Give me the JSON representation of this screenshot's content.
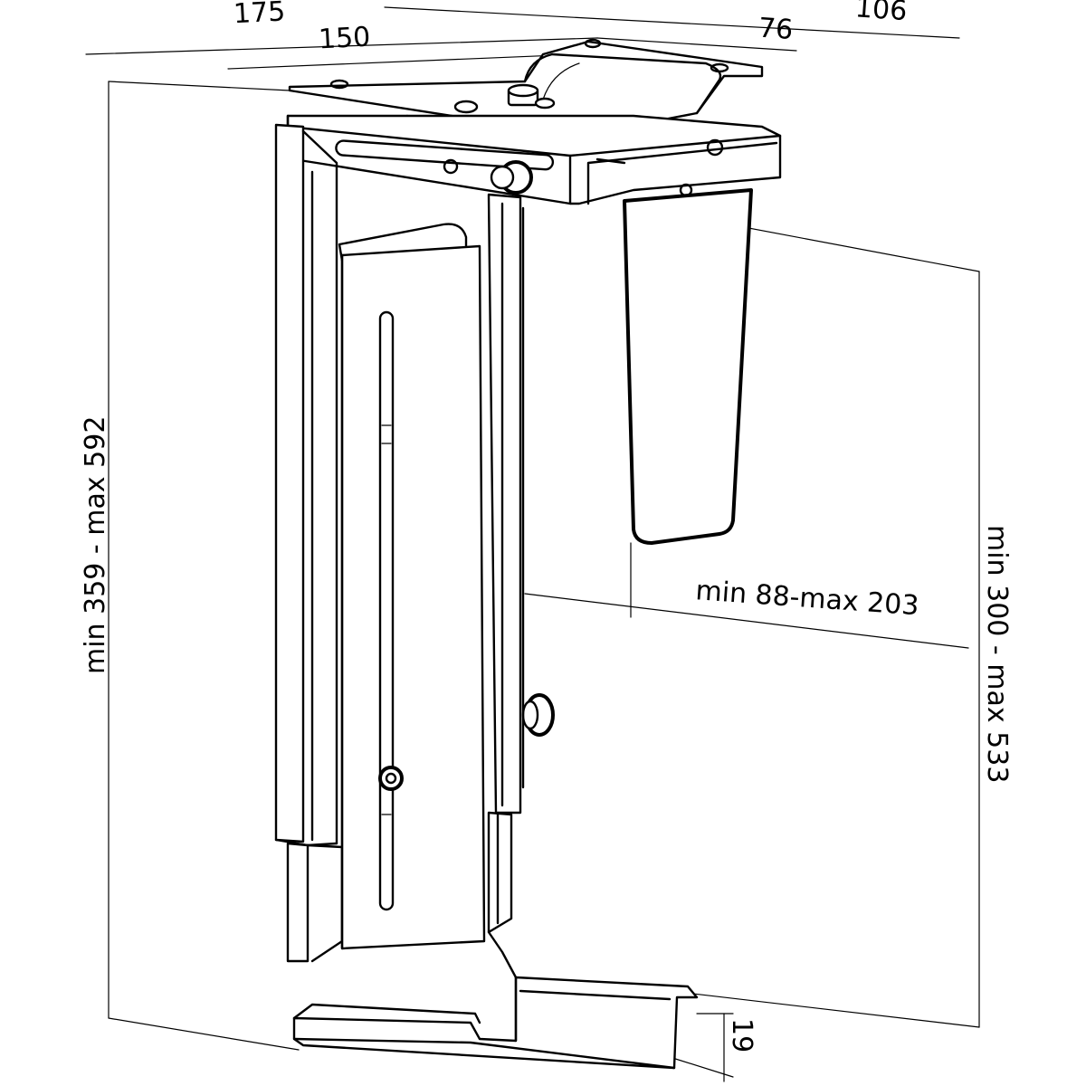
{
  "dimensions": {
    "width_total": "175",
    "width_plate": "150",
    "width_side": "76",
    "depth": "106",
    "height_total": "min 359 - max 592",
    "height_inner": "min 300 - max 533",
    "width_inner": "min 88-max 203",
    "base_lip": "19"
  },
  "colors": {
    "line": "#000000",
    "background": "#ffffff"
  }
}
